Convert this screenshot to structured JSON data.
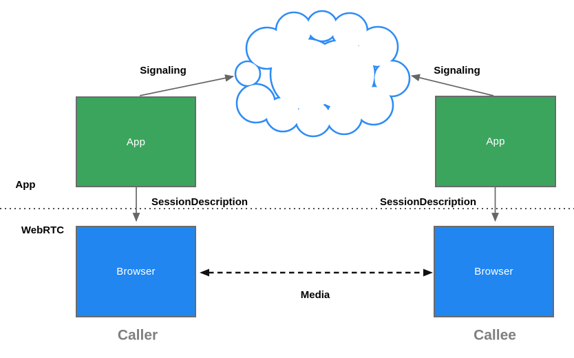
{
  "colors": {
    "app_fill": "#3BA55D",
    "browser_fill": "#2186F0",
    "cloud_stroke": "#2E8CF6",
    "arrow": "#666666",
    "media_arrow": "#111111",
    "divider": "#4A4A4A",
    "box_border": "#6B6B6B",
    "caption": "#7F7F7F"
  },
  "layers": {
    "app": "App",
    "webrtc": "WebRTC"
  },
  "nodes": {
    "caller_app": "App",
    "callee_app": "App",
    "caller_browser": "Browser",
    "callee_browser": "Browser"
  },
  "edges": {
    "signaling_left": "Signaling",
    "signaling_right": "Signaling",
    "session_left": "SessionDescription",
    "session_right": "SessionDescription",
    "media": "Media"
  },
  "captions": {
    "caller": "Caller",
    "callee": "Callee"
  }
}
